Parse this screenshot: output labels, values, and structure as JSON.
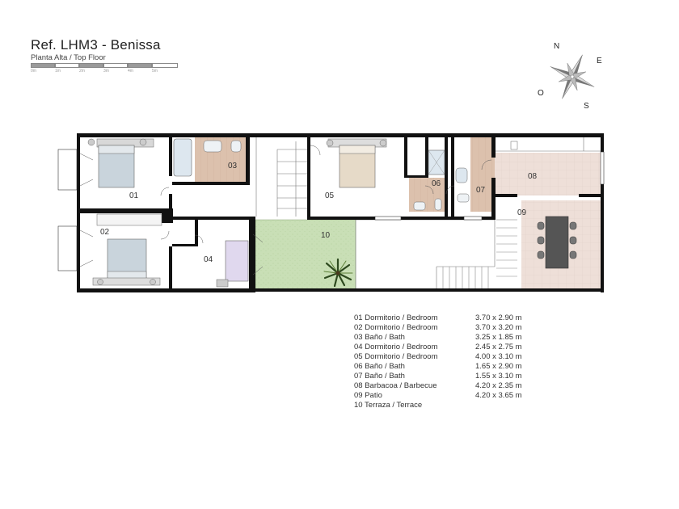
{
  "header": {
    "title": "Ref. LHM3 - Benissa",
    "subtitle": "Planta Alta / Top Floor"
  },
  "scale": {
    "labels": [
      "0m",
      "1m",
      "2m",
      "3m",
      "4m",
      "5m"
    ],
    "colors": [
      "#9a9a9a",
      "#ffffff",
      "#9a9a9a",
      "#ffffff",
      "#9a9a9a",
      "#ffffff"
    ]
  },
  "compass": {
    "n": "N",
    "e": "E",
    "s": "S",
    "o": "O"
  },
  "rooms": [
    {
      "num": "01",
      "name": "Dormitorio / Bedroom",
      "dims": "3.70 x 2.90 m"
    },
    {
      "num": "02",
      "name": "Dormitorio / Bedroom",
      "dims": "3.70 x 3.20 m"
    },
    {
      "num": "03",
      "name": "Baño / Bath",
      "dims": "3.25 x 1.85 m"
    },
    {
      "num": "04",
      "name": "Dormitorio / Bedroom",
      "dims": "2.45 x 2.75 m"
    },
    {
      "num": "05",
      "name": "Dormitorio / Bedroom",
      "dims": "4.00 x 3.10 m"
    },
    {
      "num": "06",
      "name": "Baño / Bath",
      "dims": "1.65 x 2.90 m"
    },
    {
      "num": "07",
      "name": "Baño / Bath",
      "dims": "1.55 x 3.10 m"
    },
    {
      "num": "08",
      "name": "Barbacoa / Barbecue",
      "dims": "4.20 x 2.35 m"
    },
    {
      "num": "09",
      "name": "Patio",
      "dims": "4.20 x 3.65 m"
    },
    {
      "num": "10",
      "name": "Terraza / Terrace",
      "dims": ""
    }
  ],
  "colors": {
    "wall": "#111111",
    "wood_floor": "#dcc1ad",
    "tile_floor": "#eedfd8",
    "grass": "#c9dfb6",
    "bed_linen": "#c9d4dc",
    "bed_beige": "#e6dac8",
    "tub": "#dde7ef"
  }
}
